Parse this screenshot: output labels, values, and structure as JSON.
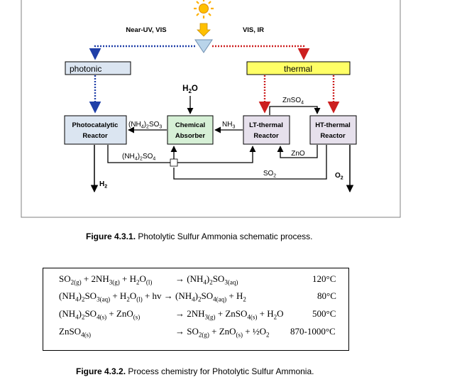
{
  "figure1": {
    "light_labels": {
      "left": "Near-UV, VIS",
      "right": "VIS, IR"
    },
    "boxes": {
      "photonic": "photonic",
      "thermal": "thermal",
      "photocatalytic_reactor": [
        "Photocatalytic",
        "Reactor"
      ],
      "chemical_absorber": [
        "Chemical",
        "Absorber"
      ],
      "lt_reactor": [
        "LT-thermal",
        "Reactor"
      ],
      "ht_reactor": [
        "HT-thermal",
        "Reactor"
      ]
    },
    "flows": {
      "h2o": {
        "base": "H",
        "sub": "2",
        "tail": "O"
      },
      "nh4so3": {
        "pre": "(NH",
        "sub1": "4",
        "mid": ")",
        "sub2": "2",
        "tail": "SO",
        "sub3": "3"
      },
      "nh4so4": {
        "pre": "(NH",
        "sub1": "4",
        "mid": ")",
        "sub2": "2",
        "tail": "SO",
        "sub3": "4"
      },
      "nh3": {
        "base": "NH",
        "sub": "3"
      },
      "znso4": {
        "base": "ZnSO",
        "sub": "4"
      },
      "zno": "ZnO",
      "so2": {
        "base": "SO",
        "sub": "2"
      },
      "h2": {
        "base": "H",
        "sub": "2"
      },
      "o2": {
        "base": "O",
        "sub": "2"
      }
    },
    "colors": {
      "photonic_fill": "#dbe5f1",
      "thermal_fill": "#ffff66",
      "photo_reactor_fill": "#dbe5f1",
      "absorber_fill": "#d6f0d6",
      "reactor_fill": "#e6e0ec",
      "blue_dotted": "#1f3fa8",
      "red_dotted": "#cc1f1f",
      "sun": "#ffb000",
      "down_arrow": "#ffc000",
      "prism": "#b9d4ea"
    },
    "caption": {
      "label": "Figure 4.3.1.",
      "text": "Photolytic Sulfur Ammonia schematic process."
    }
  },
  "figure2": {
    "equations": [
      {
        "lhs": "SO2(g) + 2NH3(g) + H2O(l)",
        "rhs": "→ (NH4)2SO3(aq)",
        "temp": "120°C"
      },
      {
        "lhs": "(NH4)2SO3(aq) + H2O(l) + hv → (NH4)2SO4(aq) + H2",
        "rhs": "",
        "temp": "80°C"
      },
      {
        "lhs": "(NH4)2SO4(s) + ZnO(s)",
        "rhs": "→ 2NH3(g) + ZnSO4(s) + H2O",
        "temp": "500°C"
      },
      {
        "lhs": "ZnSO4(s)",
        "rhs": "→ SO2(g) + ZnO(s) + ½O2",
        "temp": "870-1000°C"
      }
    ],
    "caption": {
      "label": "Figure 4.3.2.",
      "text": "Process chemistry for Photolytic Sulfur Ammonia."
    }
  }
}
